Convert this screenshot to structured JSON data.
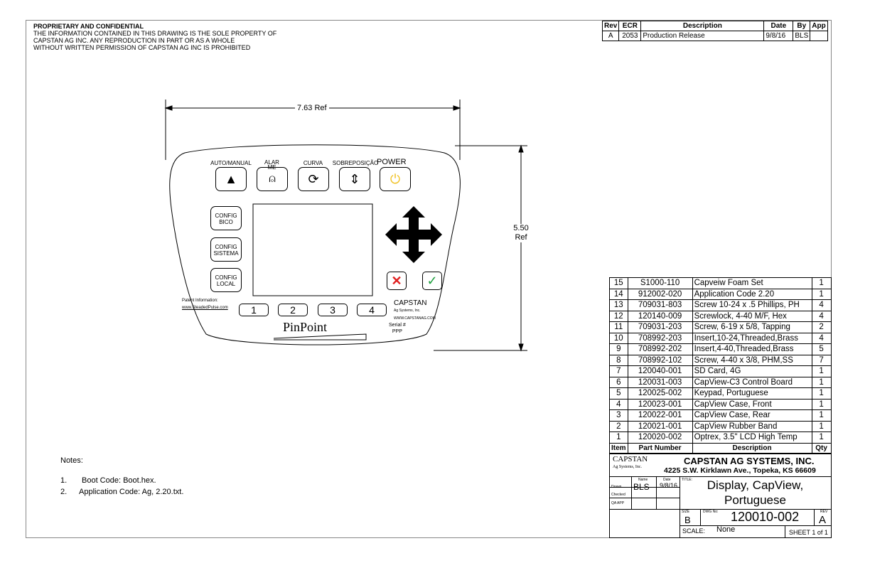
{
  "confidential": {
    "heading": "PROPRIETARY AND CONFIDENTIAL",
    "lines": [
      "THE INFORMATION CONTAINED IN THIS DRAWING IS THE SOLE PROPERTY OF",
      "CAPSTAN AG INC. ANY REPRODUCTION IN PART OR AS A WHOLE",
      "WITHOUT WRITTEN PERMISSION OF CAPSTAN AG INC IS PROHIBITED"
    ]
  },
  "revision": {
    "headers": [
      "Rev",
      "ECR",
      "Description",
      "Date",
      "By",
      "App"
    ],
    "rows": [
      [
        "A",
        "2053",
        "Production Release",
        "9/8/16",
        "BLS",
        ""
      ]
    ]
  },
  "dimensions": {
    "width": "7.63 Ref",
    "height_value": "5.50",
    "height_ref": "Ref"
  },
  "device": {
    "top_buttons": [
      {
        "label": "AUTO/MANUAL"
      },
      {
        "label": "ALAR",
        "label2": "ME"
      },
      {
        "label": "CURVA"
      },
      {
        "label": "SOBREPOSIÇÃO"
      },
      {
        "label": "POWER"
      }
    ],
    "left_buttons": [
      [
        "CONFIG",
        "BICO"
      ],
      [
        "CONFIG",
        "SISTEMA"
      ],
      [
        "CONFIG",
        "LOCAL"
      ]
    ],
    "number_buttons": [
      "1",
      "2",
      "3",
      "4"
    ],
    "patent": [
      "Patent Information:",
      "www.SteadedPulse.com"
    ],
    "brand": "PinPoint",
    "logo": "CAPSTAN",
    "logo_sub": "Ag Systems, Inc.",
    "logo_url": "WWW.CAPSTANAG.COM",
    "serial": [
      "Serial #",
      "PPP"
    ],
    "colors": {
      "power": "#f0c020",
      "cancel": "#e02020",
      "ok": "#20a040"
    }
  },
  "bom": {
    "headers": [
      "Item",
      "Part Number",
      "Description",
      "Qty"
    ],
    "rows": [
      [
        "15",
        "S1000-110",
        "Capveiw Foam Set",
        "1"
      ],
      [
        "14",
        "912002-020",
        "Application Code 2.20",
        "1"
      ],
      [
        "13",
        "709031-803",
        "Screw 10-24 x .5 Phillips, PH",
        "4"
      ],
      [
        "12",
        "120140-009",
        "Screwlock, 4-40 M/F, Hex",
        "4"
      ],
      [
        "11",
        "709031-203",
        "Screw, 6-19 x 5/8, Tapping",
        "2"
      ],
      [
        "10",
        "708992-203",
        "Insert,10-24,Threaded,Brass",
        "4"
      ],
      [
        "9",
        "708992-202",
        "Insert,4-40,Threaded,Brass",
        "5"
      ],
      [
        "8",
        "708992-102",
        "Screw, 4-40 x 3/8, PHM,SS",
        "7"
      ],
      [
        "7",
        "120040-001",
        "SD Card, 4G",
        "1"
      ],
      [
        "6",
        "120031-003",
        "CapView-C3 Control Board",
        "1"
      ],
      [
        "5",
        "120025-002",
        "Keypad, Portuguese",
        "1"
      ],
      [
        "4",
        "120023-001",
        "CapView Case, Front",
        "1"
      ],
      [
        "3",
        "120022-001",
        "CapView Case, Rear",
        "1"
      ],
      [
        "2",
        "120021-001",
        "CapView Rubber Band",
        "1"
      ],
      [
        "1",
        "120020-002",
        "Optrex, 3.5\" LCD High Temp",
        "1"
      ]
    ]
  },
  "notes": {
    "title": "Notes:",
    "items": [
      [
        "1.",
        "Boot Code: Boot.hex."
      ],
      [
        "2.",
        "Application Code:  Ag, 2.20.txt."
      ]
    ]
  },
  "title_block": {
    "company": "CAPSTAN AG SYSTEMS, INC.",
    "address": "4225 S.W. Kirklawn Ave., Topeka, KS 66609",
    "logo": "CAPSTAN",
    "logo_sub": "Ag Systems, Inc.",
    "name_label": "Name",
    "date_label": "Date",
    "drawn_label": "Drawn",
    "drawn_name": "BLS",
    "drawn_date": "9/8/16",
    "checked_label": "Checked",
    "qa_label": "QA APP",
    "title_label": "TITLE:",
    "title1": "Display, CapView,",
    "title2": "Portuguese",
    "size_label": "SIZE",
    "size": "B",
    "dwg_label": "DWG No:",
    "dwg": "120010-002",
    "rev_label": "REV",
    "rev": "A",
    "scale_label": "SCALE:",
    "scale": "None",
    "sheet": "SHEET 1 of 1"
  }
}
